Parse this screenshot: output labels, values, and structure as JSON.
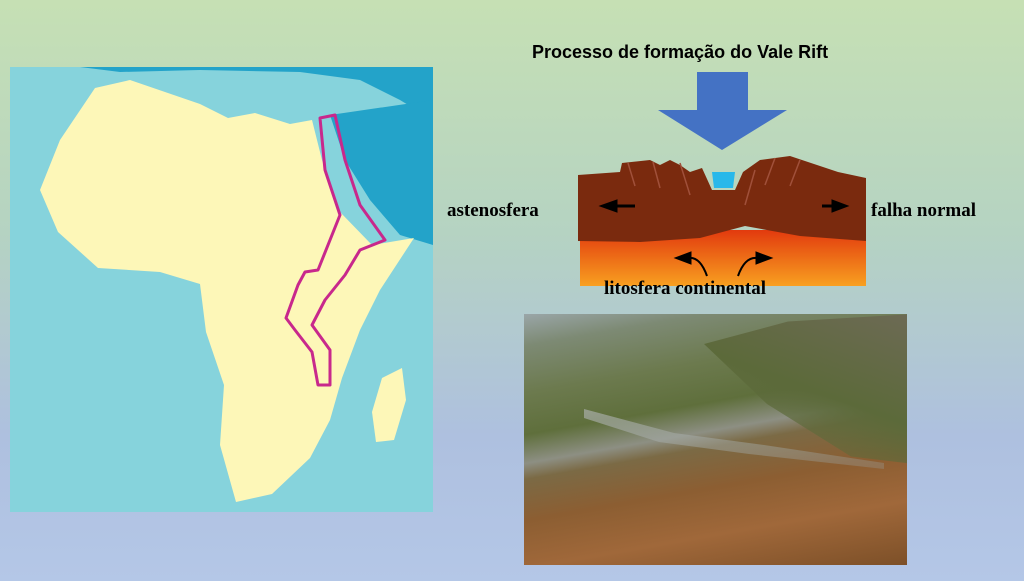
{
  "title": "Processo de formação do Vale Rift",
  "labels": {
    "left": "astenosfera",
    "right": "falha normal",
    "bottom": "litosfera continental"
  },
  "colors": {
    "arrow": "#4472c4",
    "crust": "#7a2a0e",
    "mantle_top": "#e8440f",
    "mantle_bottom": "#f7941d",
    "rift_outline": "#c8288c",
    "land": "#fdf7b8",
    "sea": "#86d3dc"
  }
}
